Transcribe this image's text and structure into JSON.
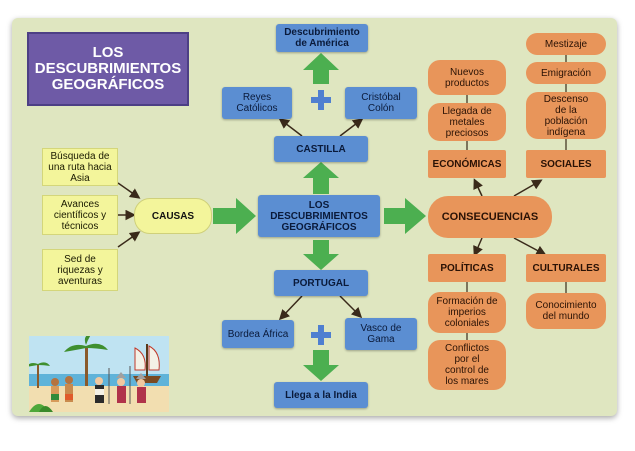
{
  "title": "LOS\nDESCUBRIMIENTOS\nGEOGRÁFICOS",
  "center": "LOS\nDESCUBRIMIENTOS\nGEOGRÁFICOS",
  "causes": {
    "label": "CAUSAS",
    "items": [
      "Búsqueda de\nuna ruta hacia\nAsia",
      "Avances\ncientíficos y\ntécnicos",
      "Sed de\nriquezas y\naventuras"
    ]
  },
  "castilla": {
    "label": "CASTILLA",
    "left": "Reyes\nCatólicos",
    "right": "Cristóbal\nColón",
    "result": "Descubrimiento\nde América"
  },
  "portugal": {
    "label": "PORTUGAL",
    "left": "Bordea África",
    "right": "Vasco de\nGama",
    "result": "Llega a la India"
  },
  "consequences": {
    "label": "CONSECUENCIAS",
    "economicas": {
      "label": "ECONÓMICAS",
      "items": [
        "Nuevos\nproductos",
        "Llegada de\nmetales\npreciosos"
      ]
    },
    "sociales": {
      "label": "SOCIALES",
      "items": [
        "Mestizaje",
        "Emigración",
        "Descenso\nde la\npoblación\nindígena"
      ]
    },
    "politicas": {
      "label": "POLÍTICAS",
      "items": [
        "Formación de\nimperios\ncoloniales",
        "Conflictos\npor el\ncontrol de\nlos mares"
      ]
    },
    "culturales": {
      "label": "CULTURALES",
      "items": [
        "Conocimiento\ndel mundo"
      ]
    }
  },
  "colors": {
    "board": "#dfe6c0",
    "title_bg": "#6e5aa6",
    "blue": "#5b8ed2",
    "yellow": "#f3f59b",
    "orange": "#e8955a",
    "green_arrow": "#4caf50"
  }
}
